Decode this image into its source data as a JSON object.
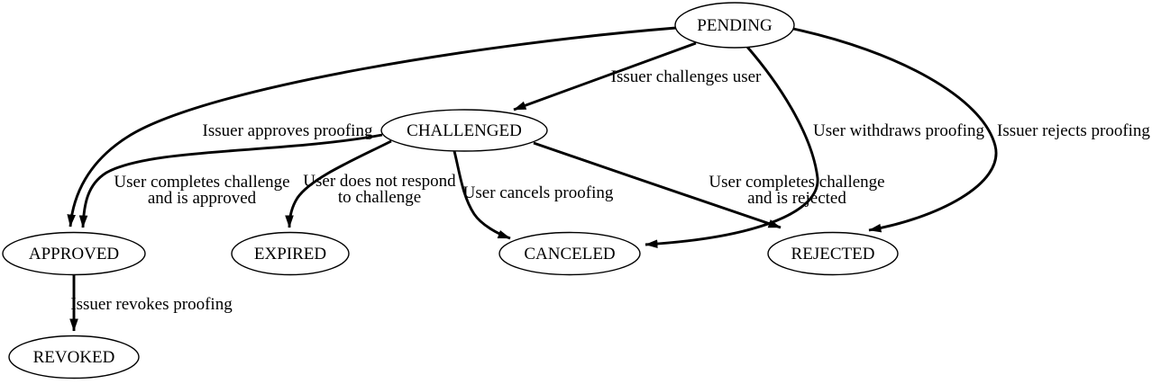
{
  "diagram_type": "state-transition-graph",
  "colors": {
    "background": "#ffffff",
    "line": "#000000",
    "node_fill": "#ffffff",
    "text": "#000000"
  },
  "nodes": [
    {
      "id": "pending",
      "label": "PENDING"
    },
    {
      "id": "challenged",
      "label": "CHALLENGED"
    },
    {
      "id": "approved",
      "label": "APPROVED"
    },
    {
      "id": "expired",
      "label": "EXPIRED"
    },
    {
      "id": "canceled",
      "label": "CANCELED"
    },
    {
      "id": "rejected",
      "label": "REJECTED"
    },
    {
      "id": "revoked",
      "label": "REVOKED"
    }
  ],
  "edges": [
    {
      "from": "PENDING",
      "to": "CHALLENGED",
      "label": [
        "Issuer challenges user"
      ]
    },
    {
      "from": "PENDING",
      "to": "APPROVED",
      "label": [
        "Issuer approves proofing"
      ]
    },
    {
      "from": "PENDING",
      "to": "CANCELED",
      "label": [
        "User withdraws proofing"
      ]
    },
    {
      "from": "PENDING",
      "to": "REJECTED",
      "label": [
        "Issuer rejects proofing"
      ]
    },
    {
      "from": "CHALLENGED",
      "to": "APPROVED",
      "label": [
        "User completes challenge",
        "and is approved"
      ]
    },
    {
      "from": "CHALLENGED",
      "to": "EXPIRED",
      "label": [
        "User does not respond",
        "to challenge"
      ]
    },
    {
      "from": "CHALLENGED",
      "to": "CANCELED",
      "label": [
        "User cancels proofing"
      ]
    },
    {
      "from": "CHALLENGED",
      "to": "REJECTED",
      "label": [
        "User completes challenge",
        "and is rejected"
      ]
    },
    {
      "from": "APPROVED",
      "to": "REVOKED",
      "label": [
        "Issuer revokes proofing"
      ]
    }
  ]
}
